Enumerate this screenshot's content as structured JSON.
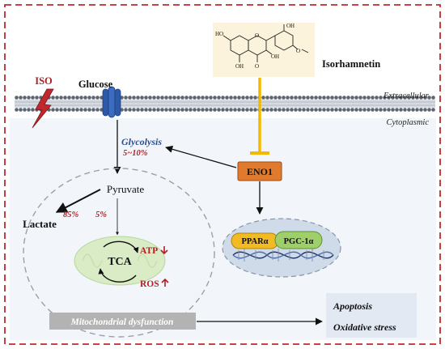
{
  "colors": {
    "frame": "#c0282d",
    "cytoplasm": "#e8eef6",
    "membrane_head": "#5b6471",
    "channel": "#2d5aa8",
    "red_label": "#b21f24",
    "blue_label": "#2b4d8f",
    "inhibition": "#f5b800",
    "eno1_fill": "#e07b2e",
    "ppar_fill": "#f2bb24",
    "pgc_fill": "#9fcf6a",
    "mito_fill": "#d9ecc5",
    "mito_label_fill": "#b3b3b3",
    "outcome_fill": "#e2e9f2"
  },
  "compound": {
    "name": "Isorhamnetin",
    "atoms": {
      "ho_left": "HO",
      "ho_right_top": "OH",
      "oh_middle": "OH",
      "oh_bottom": "OH",
      "o_ring": "O",
      "o_methoxy": "O",
      "o_keto": "O"
    }
  },
  "membrane": {
    "extracellular_label": "Extracellular",
    "cytoplasmic_label": "Cytoplasmic"
  },
  "labels": {
    "iso": "ISO",
    "glucose": "Glucose",
    "glycolysis": "Glycolysis",
    "glycolysis_pct": "5~10%",
    "eno1": "ENO1",
    "pyruvate": "Pyruvate",
    "lactate": "Lactate",
    "pct_lactate": "85%",
    "pct_tca": "5%",
    "tca": "TCA",
    "atp": "ATP",
    "ros": "ROS",
    "ppar": "PPARα",
    "pgc": "PGC-1α",
    "mito_dysfunction": "Mitochondrial dysfunction",
    "apoptosis": "Apoptosis",
    "oxidative_stress": "Oxidative stress"
  },
  "icons": [
    "lightning-bolt-icon",
    "glucose-transporter-icon",
    "dna-helix-icon",
    "arrow-down-icon",
    "arrow-up-icon",
    "cycle-arrows-icon"
  ]
}
